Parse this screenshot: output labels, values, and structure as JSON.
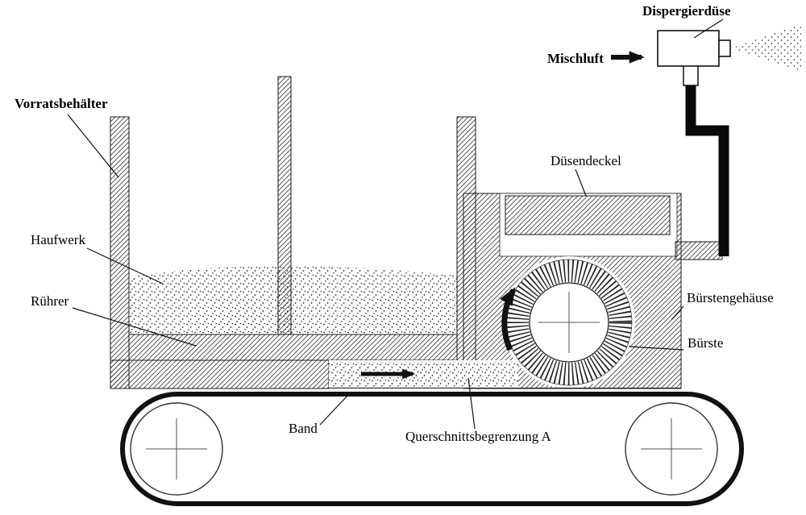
{
  "labels": {
    "vorratsbehaelter": "Vorratsbehälter",
    "haufwerk": "Haufwerk",
    "ruehrer": "Rührer",
    "duesendeckel": "Düsendeckel",
    "dispergierduese": "Dispergierdüse",
    "mischluft": "Mischluft",
    "buerstengehaeuse": "Bürstengehäuse",
    "buerste": "Bürste",
    "band": "Band",
    "querschnittsbegrenzung": "Querschnittsbegrenzung A"
  },
  "colors": {
    "background": "#ffffff",
    "line": "#111111",
    "hatch": "#3a3a3a",
    "dots": "#222222"
  }
}
